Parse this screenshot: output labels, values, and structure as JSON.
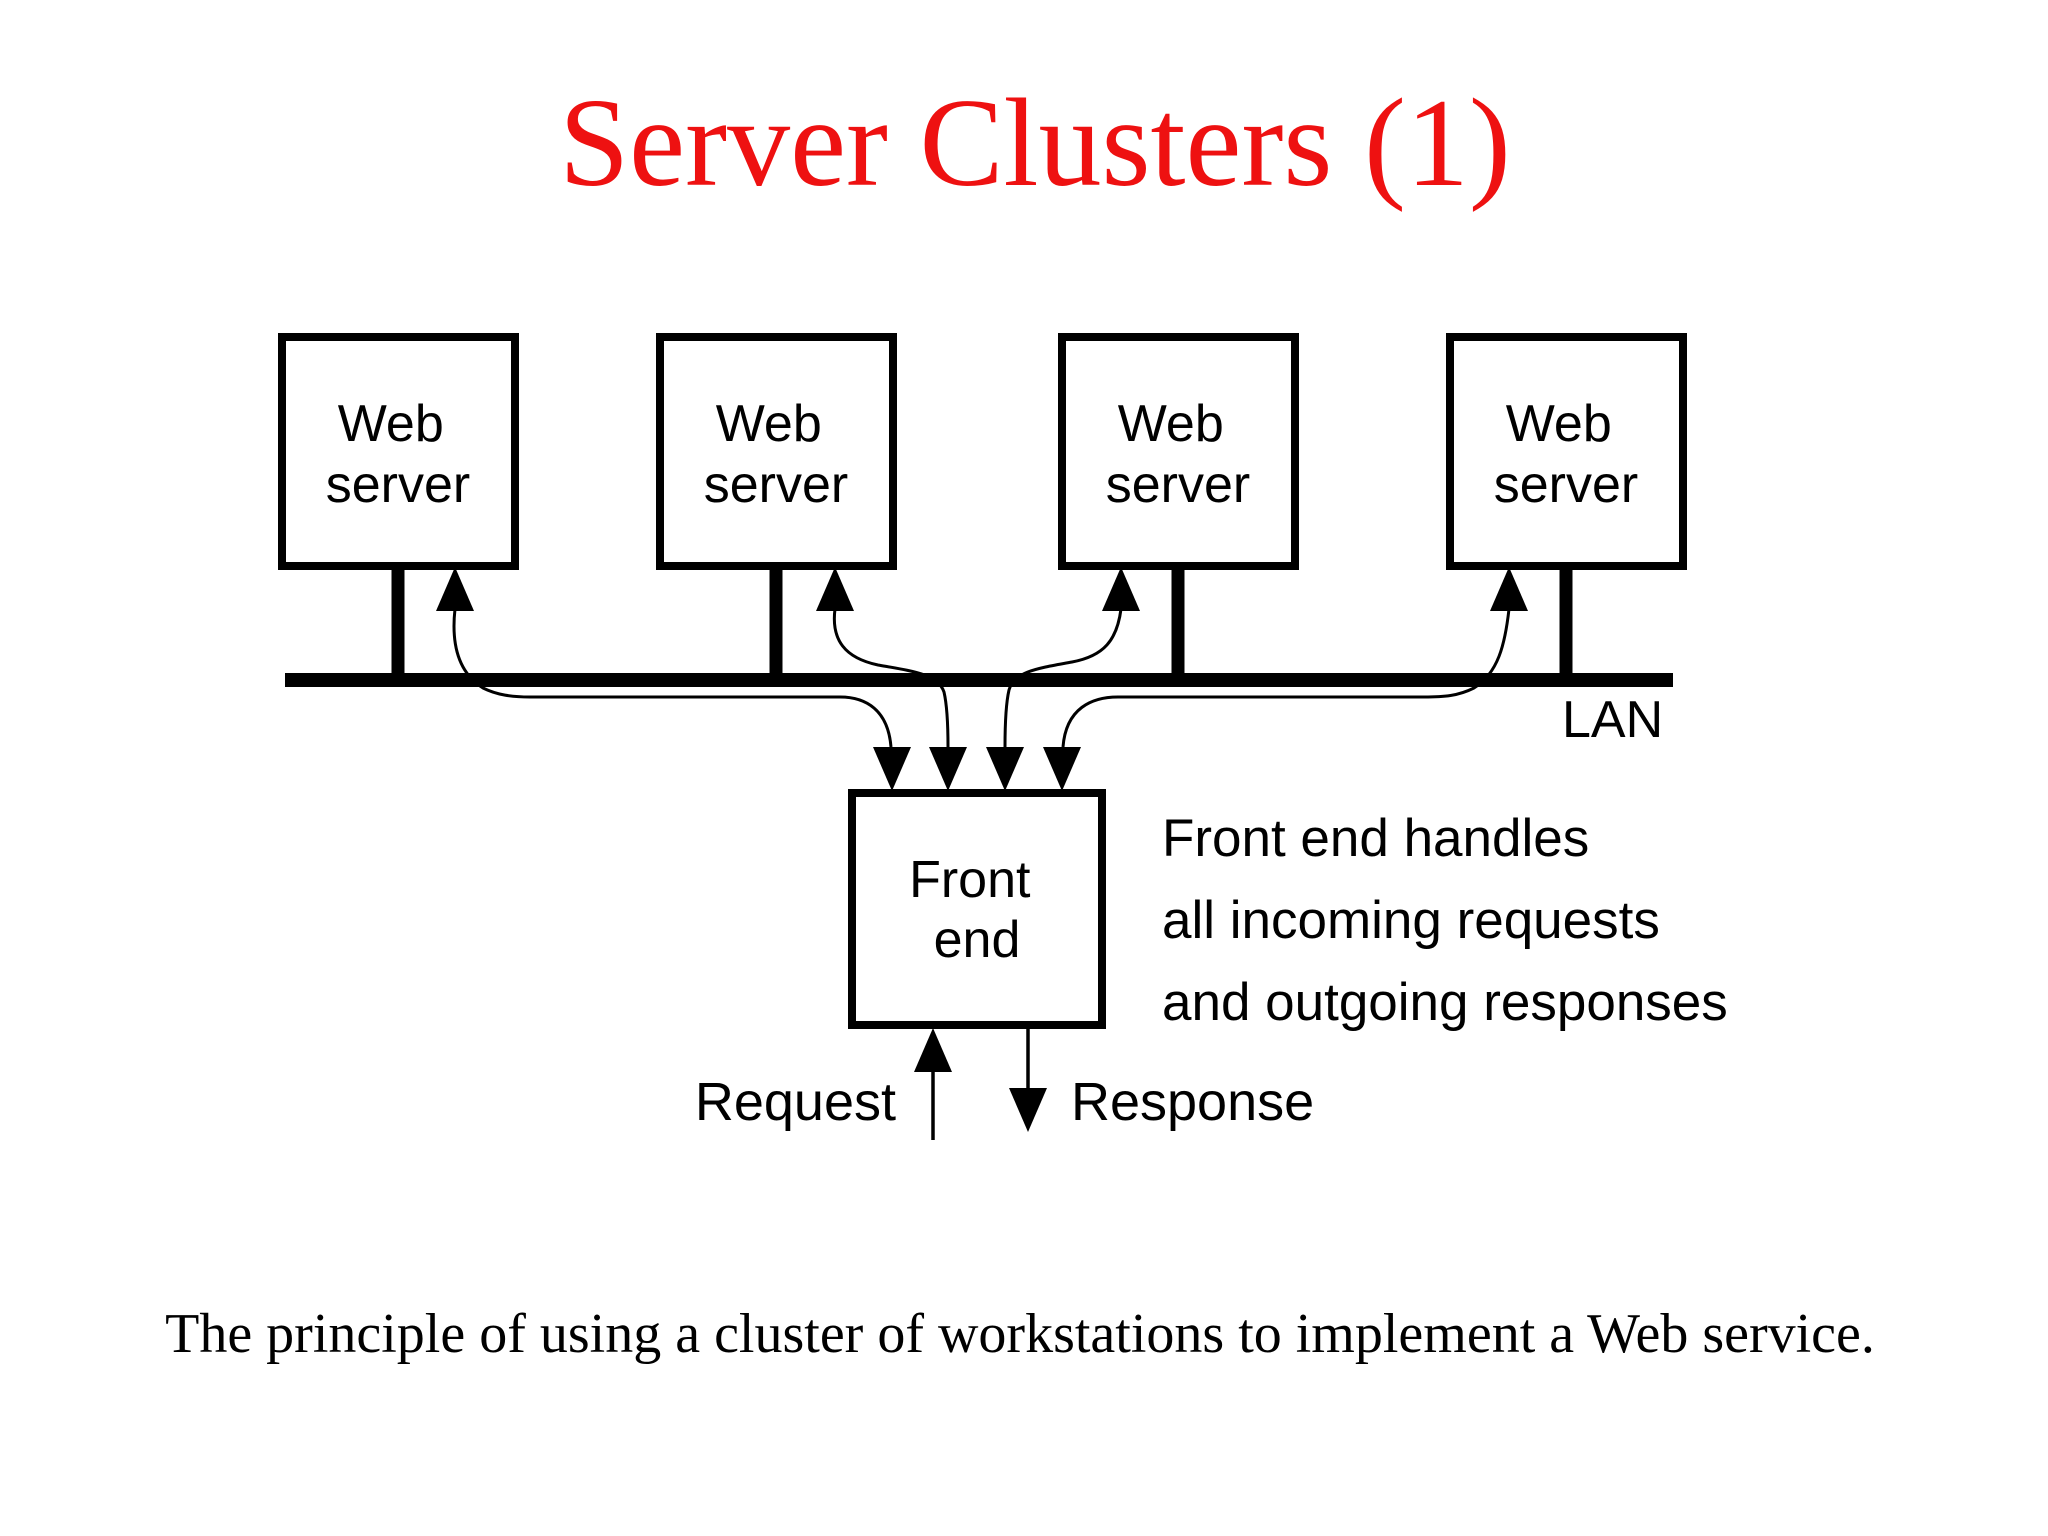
{
  "slide": {
    "title": "Server Clusters (1)",
    "caption": "The principle of using a cluster of workstations to implement a Web service."
  },
  "colors": {
    "title": "#ee1111",
    "diagram": "#000000",
    "background": "#ffffff"
  },
  "diagram": {
    "servers": [
      {
        "line1": "Web",
        "line2": "server"
      },
      {
        "line1": "Web",
        "line2": "server"
      },
      {
        "line1": "Web",
        "line2": "server"
      },
      {
        "line1": "Web",
        "line2": "server"
      }
    ],
    "lan_label": "LAN",
    "front_end": {
      "line1": "Front",
      "line2": "end"
    },
    "annotation": {
      "lines": [
        "Front end handles",
        "all incoming requests",
        "and outgoing responses"
      ]
    },
    "request_label": "Request",
    "response_label": "Response"
  }
}
